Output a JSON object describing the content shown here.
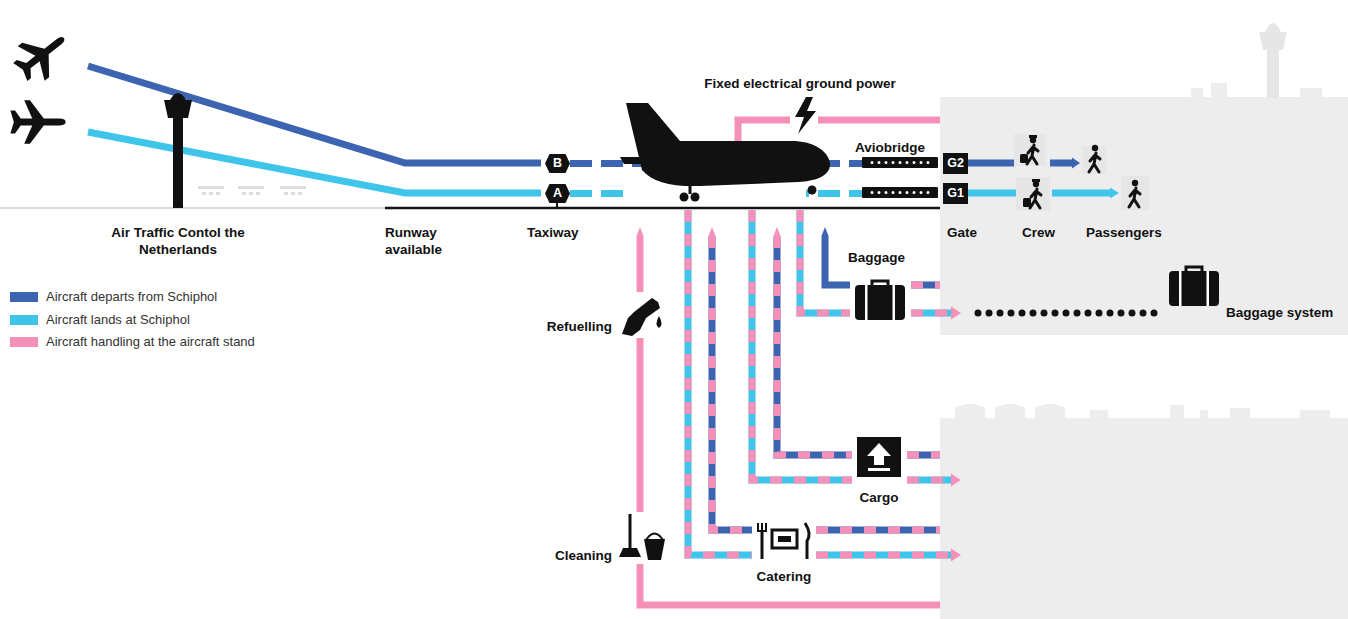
{
  "diagram": {
    "nodes": [
      {
        "text": [
          "B"
        ]
      },
      {
        "text": [
          "A"
        ]
      },
      {
        "text": [
          "G2"
        ]
      },
      {
        "text": [
          "G1"
        ]
      }
    ],
    "edges": [
      {
        "from": 0,
        "to": 2,
        "arrow": "none"
      },
      {
        "from": 1,
        "to": 3,
        "arrow": "none"
      }
    ],
    "labels": [
      "Fixed electrical ground power",
      "Aviobridge",
      "Air Traffic Contol the Netherlands",
      "Runway available",
      "Taxiway",
      "Gate",
      "Crew",
      "Passengers",
      "Baggage",
      "Baggage system",
      "Refuelling",
      "Cargo",
      "Cleaning",
      "Catering"
    ],
    "legend": [
      {
        "text": "Aircraft departs from Schiphol",
        "color": "#3c64b0"
      },
      {
        "text": "Aircraft lands at Schiphol",
        "color": "#3fc5ea"
      },
      {
        "text": "Aircraft handling at the aircraft stand",
        "color": "#f590b8"
      }
    ]
  }
}
